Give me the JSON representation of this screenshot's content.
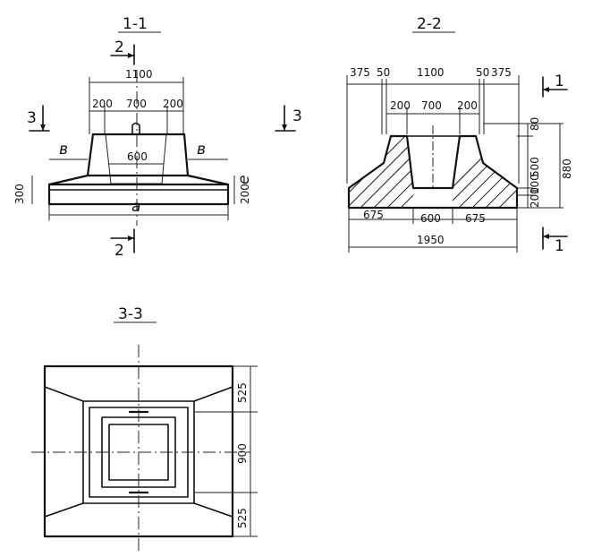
{
  "view_1_1": {
    "title": "1-1",
    "cut_2_top": "2",
    "cut_2_bottom": "2",
    "cut_3_left": "3",
    "cut_3_right": "3",
    "dim_top": "1100",
    "dim_left": "200",
    "dim_mid": "700",
    "dim_right": "200",
    "dim_inner": "600",
    "dim_b_left": "в",
    "dim_b_right": "в",
    "dim_e": "е",
    "dim_height": "300",
    "dim_base": "200",
    "dim_a": "a"
  },
  "view_2_2": {
    "title": "2-2",
    "cut_1_top": "1",
    "cut_1_bottom": "1",
    "dim_375_l": "375",
    "dim_50_l": "50",
    "dim_1100": "1100",
    "dim_50_r": "50",
    "dim_375_r": "375",
    "dim_200_l": "200",
    "dim_700": "700",
    "dim_200_r": "200",
    "dim_80": "80",
    "dim_500": "500",
    "dim_880": "880",
    "dim_100": "100",
    "dim_200_v": "200",
    "dim_675_l": "675",
    "dim_600": "600",
    "dim_675_r": "675",
    "dim_1950": "1950"
  },
  "view_3_3": {
    "title": "3-3",
    "dim_525_top": "525",
    "dim_900": "900",
    "dim_525_bottom": "525"
  }
}
